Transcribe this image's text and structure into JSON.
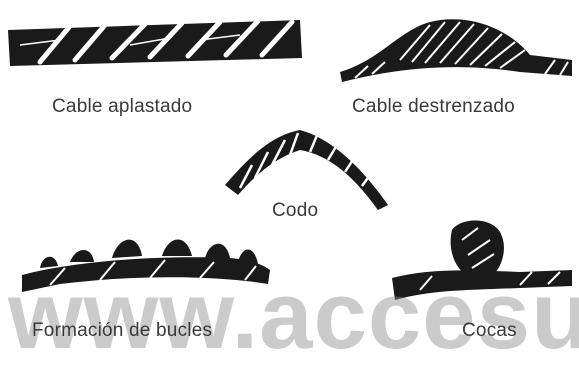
{
  "labels": {
    "crushed": "Cable aplastado",
    "unstranded": "Cable destrenzado",
    "elbow": "Codo",
    "loops": "Formación de bucles",
    "kinks": "Cocas"
  },
  "watermark": "www.accesus.es",
  "colors": {
    "ink": "#1a1a1a",
    "label": "#3a3a3a",
    "watermark": "#8c8c8c"
  }
}
